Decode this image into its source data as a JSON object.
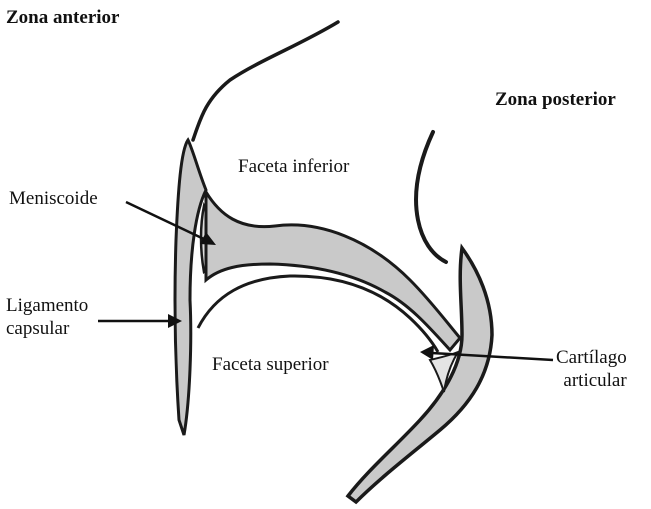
{
  "labels": {
    "anterior_zone": "Zona anterior",
    "posterior_zone": "Zona posterior",
    "inferior_facet": "Faceta inferior",
    "superior_facet": "Faceta superior",
    "meniscoid": "Meniscoide",
    "capsular_ligament_line1": "Ligamento",
    "capsular_ligament_line2": "capsular",
    "articular_cartilage_line1": "Cartílago",
    "articular_cartilage_line2": "articular"
  },
  "colors": {
    "outline": "#1a1a1a",
    "tissue_fill": "#c9c9c9",
    "background": "#ffffff"
  }
}
